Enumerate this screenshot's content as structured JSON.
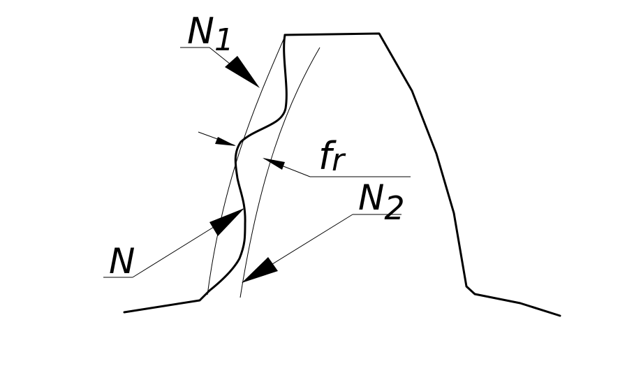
{
  "labels": {
    "n1_main": "N",
    "n1_sub": "1",
    "fr_main": "f",
    "fr_sub": "r",
    "n2_main": "N",
    "n2_sub": "2",
    "n_main": "N"
  },
  "colors": {
    "ink": "#000000",
    "background": "#ffffff"
  }
}
